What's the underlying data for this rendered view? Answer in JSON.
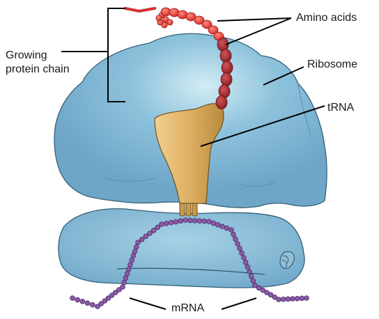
{
  "labels": {
    "amino_acids": "Amino acids",
    "ribosome": "Ribosome",
    "trna": "tRNA",
    "mrna": "mRNA",
    "growing_chain_line1": "Growing",
    "growing_chain_line2": "protein chain"
  },
  "colors": {
    "ribosome": "#7fb3d3",
    "ribosome_highlight": "#bfe2ee",
    "trna": "#d4a55a",
    "amino_acid_red": "#e8322a",
    "amino_acid_dark": "#a8252c",
    "mrna": "#7f4f98",
    "leader_line": "#000000"
  }
}
